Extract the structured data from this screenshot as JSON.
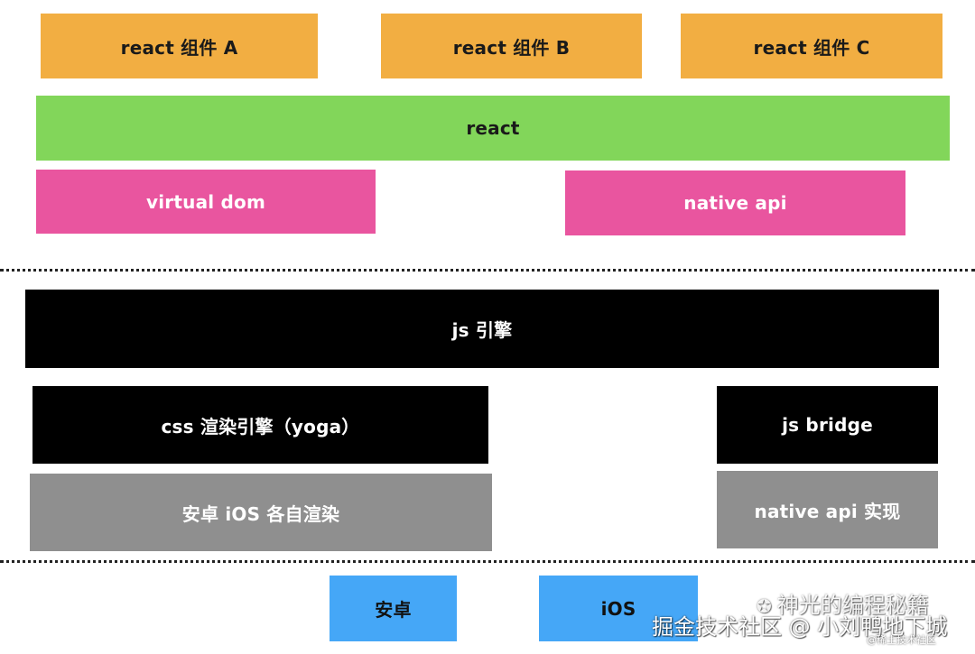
{
  "layer_app": {
    "components": [
      {
        "label": "react 组件 A"
      },
      {
        "label": "react 组件 B"
      },
      {
        "label": "react 组件 C"
      }
    ],
    "react": {
      "label": "react"
    },
    "virtual_dom": {
      "label": "virtual dom"
    },
    "native_api": {
      "label": "native api"
    }
  },
  "layer_engine": {
    "js_engine": {
      "label": "js 引擎"
    },
    "css_engine": {
      "label": "css 渲染引擎（yoga）"
    },
    "js_bridge": {
      "label": "js bridge"
    },
    "platform_render": {
      "label": "安卓 iOS 各自渲染"
    },
    "native_api_impl": {
      "label": "native api 实现"
    }
  },
  "layer_platform": {
    "android": {
      "label": "安卓"
    },
    "ios": {
      "label": "iOS"
    }
  },
  "watermark": {
    "line1": "神光的编程秘籍",
    "line2": "掘金技术社区 @ 小刘鸭地下城",
    "line3": "@稀土技术社区"
  },
  "colors": {
    "component": "#f2ae42",
    "react": "#82d65a",
    "pink": "#e9559f",
    "engine": "#000000",
    "platform_impl": "#8f8f8f",
    "platform": "#45a7f7"
  }
}
